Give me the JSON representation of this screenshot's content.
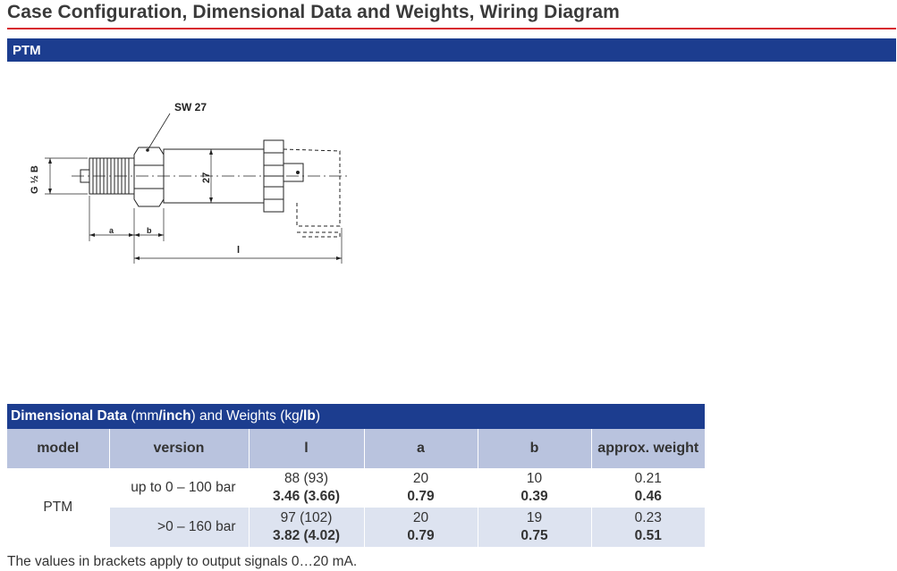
{
  "page": {
    "title": "Case Configuration, Dimensional Data and Weights, Wiring Diagram",
    "section_label": "PTM"
  },
  "drawing": {
    "labels": {
      "wrench": "SW 27",
      "thread": "G ½ B",
      "diameter": "27",
      "a": "a",
      "b": "b",
      "l": "l"
    }
  },
  "table": {
    "header_parts": {
      "bold1": "Dimensional Data",
      "plain1": " (mm",
      "slash1": "/",
      "bold2": "inch",
      "plain2": ") and Weights (kg",
      "slash2": "/",
      "bold3": "lb",
      "plain3": ")"
    },
    "columns": [
      "model",
      "version",
      "l",
      "a",
      "b",
      "approx. weight"
    ],
    "model": "PTM",
    "rows": [
      {
        "version": "up to 0 – 100 bar",
        "l_mm": "88 (93)",
        "l_in": "3.46 (3.66)",
        "a_mm": "20",
        "a_in": "0.79",
        "b_mm": "10",
        "b_in": "0.39",
        "w_kg": "0.21",
        "w_lb": "0.46"
      },
      {
        "version": ">0 – 160 bar",
        "l_mm": "97 (102)",
        "l_in": "3.82 (4.02)",
        "a_mm": "20",
        "a_in": "0.79",
        "b_mm": "19",
        "b_in": "0.75",
        "w_kg": "0.23",
        "w_lb": "0.51"
      }
    ],
    "note": "The values in brackets apply to output signals 0…20 mA."
  }
}
